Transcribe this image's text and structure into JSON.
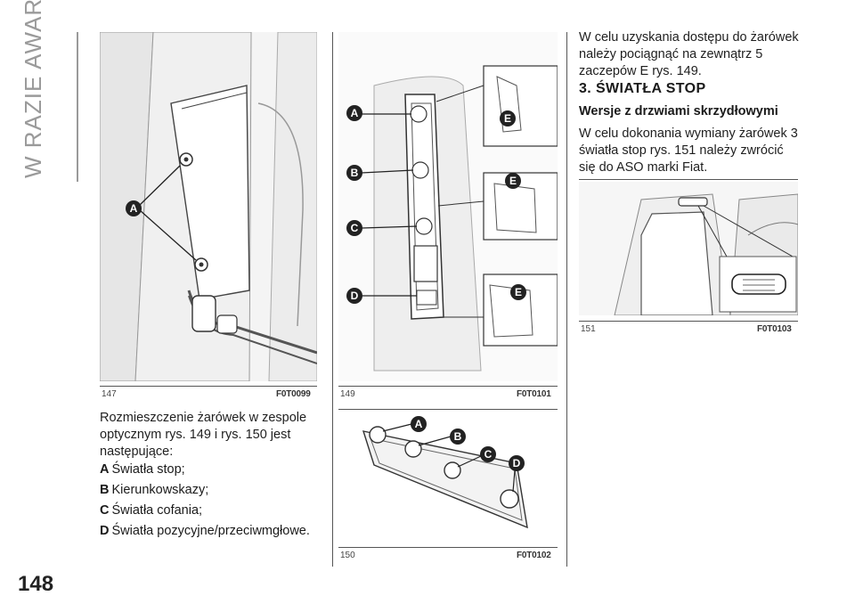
{
  "side_title": "W RAZIE AWARII",
  "page_number": "148",
  "figures": {
    "f147": {
      "number": "147",
      "code": "F0T0099",
      "labels": [
        "A"
      ]
    },
    "f149": {
      "number": "149",
      "code": "F0T0101",
      "labels": [
        "A",
        "B",
        "C",
        "D",
        "E",
        "E",
        "E"
      ]
    },
    "f150": {
      "number": "150",
      "code": "F0T0102",
      "labels": [
        "A",
        "B",
        "C",
        "D"
      ]
    },
    "f151": {
      "number": "151",
      "code": "F0T0103"
    }
  },
  "col1": {
    "intro": "Rozmieszczenie żarówek w zespole optycznym rys. 149 i rys. 150 jest następujące:",
    "legend": [
      {
        "key": "A",
        "text": "Światła stop;"
      },
      {
        "key": "B",
        "text": "Kierunkowskazy;"
      },
      {
        "key": "C",
        "text": "Światła cofania;"
      },
      {
        "key": "D",
        "text": "Światła pozycyjne/przeciwmgłowe."
      }
    ]
  },
  "col3": {
    "para1": "W celu uzyskania dostępu do żarówek należy pociągnąć na zewnątrz 5 zaczepów E rys. 149.",
    "heading": "3. ŚWIATŁA STOP",
    "subheading": "Wersje z drzwiami skrzydłowymi",
    "para2": "W celu dokonania wymiany żarówek 3 światła stop rys. 151 należy zwrócić się do ASO marki Fiat."
  }
}
